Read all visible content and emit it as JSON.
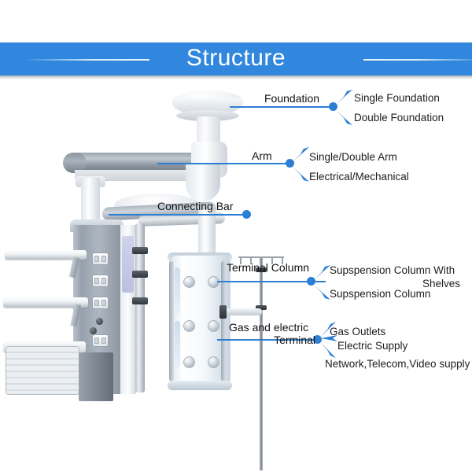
{
  "header": {
    "title": "Structure",
    "background_color": "#3087dd",
    "title_color": "#ffffff",
    "rule_color": "#eaf6ff"
  },
  "accent_color": "#2d7fd4",
  "callouts": [
    {
      "id": "foundation",
      "anchor_label": "Foundation",
      "branches": [
        "Single Foundation",
        "Double Foundation"
      ]
    },
    {
      "id": "arm",
      "anchor_label": "Arm",
      "branches": [
        "Single/Double Arm",
        "Electrical/Mechanical"
      ]
    },
    {
      "id": "connecting-bar",
      "anchor_label": "Connecting Bar",
      "branches": []
    },
    {
      "id": "terminal-column",
      "anchor_label": "Terminal Column",
      "branches": [
        "Supspension Column With",
        "Shelves",
        "Supspension Column"
      ]
    },
    {
      "id": "gas-and-electric-terminal",
      "anchor_label_line1": "Gas and electric",
      "anchor_label_line2": "Terminal",
      "branches": [
        "Gas Outlets",
        "Electric Supply",
        "Network,Telecom,Video supply"
      ]
    }
  ],
  "illustration": {
    "name": "medical-ceiling-pendant-system",
    "parts": [
      "ceiling-foundation-disc",
      "suspension-arm",
      "connecting-bar",
      "equipment-column-with-shelves",
      "terminal-column",
      "gas-outlets",
      "iv-pole",
      "drawer-unit"
    ]
  }
}
